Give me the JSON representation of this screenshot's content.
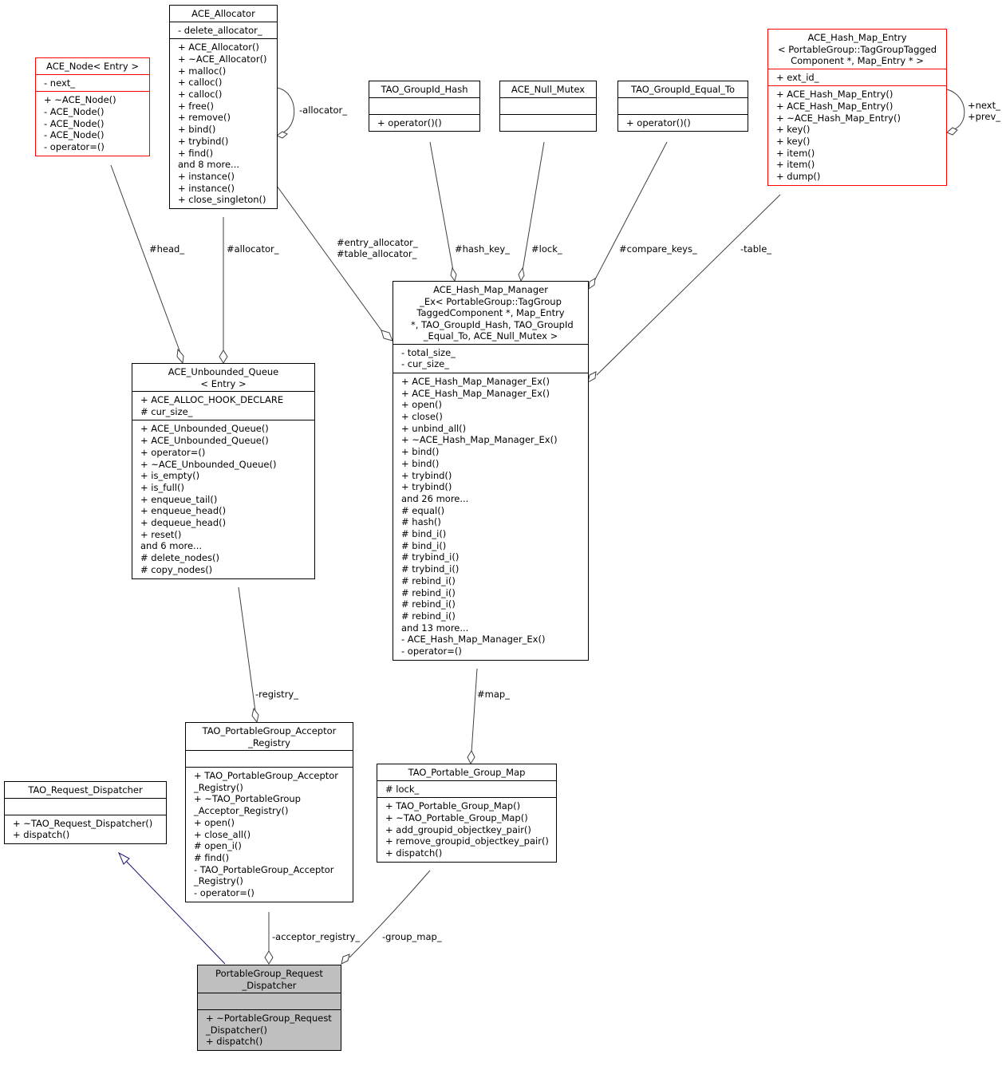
{
  "classes": {
    "ace_node": {
      "title": "ACE_Node< Entry >",
      "attributes": [
        "- next_"
      ],
      "operations": [
        "+ ~ACE_Node()",
        "- ACE_Node()",
        "- ACE_Node()",
        "- ACE_Node()",
        "- operator=()"
      ]
    },
    "ace_allocator": {
      "title": "ACE_Allocator",
      "attributes": [
        "- delete_allocator_"
      ],
      "operations": [
        "+ ACE_Allocator()",
        "+ ~ACE_Allocator()",
        "+ malloc()",
        "+ calloc()",
        "+ calloc()",
        "+ free()",
        "+ remove()",
        "+ bind()",
        "+ trybind()",
        "+ find()",
        "and 8 more...",
        "+ instance()",
        "+ instance()",
        "+ close_singleton()"
      ]
    },
    "tao_groupid_hash": {
      "title": "TAO_GroupId_Hash",
      "attributes": [],
      "operations": [
        "+ operator()()"
      ]
    },
    "ace_null_mutex": {
      "title": "ACE_Null_Mutex",
      "attributes": [],
      "operations": []
    },
    "tao_groupid_equal_to": {
      "title": "TAO_GroupId_Equal_To",
      "attributes": [],
      "operations": [
        "+ operator()()"
      ]
    },
    "ace_hash_map_entry": {
      "title": "ACE_Hash_Map_Entry\n< PortableGroup::TagGroupTagged\nComponent *, Map_Entry * >",
      "attributes": [
        "+ ext_id_"
      ],
      "operations": [
        "+ ACE_Hash_Map_Entry()",
        "+ ACE_Hash_Map_Entry()",
        "+ ~ACE_Hash_Map_Entry()",
        "+ key()",
        "+ key()",
        "+ item()",
        "+ item()",
        "+ dump()"
      ]
    },
    "ace_hash_map_manager_ex": {
      "title": "ACE_Hash_Map_Manager\n_Ex< PortableGroup::TagGroup\nTaggedComponent *, Map_Entry\n *, TAO_GroupId_Hash, TAO_GroupId\n_Equal_To, ACE_Null_Mutex >",
      "attributes": [
        "- total_size_",
        "- cur_size_"
      ],
      "operations": [
        "+ ACE_Hash_Map_Manager_Ex()",
        "+ ACE_Hash_Map_Manager_Ex()",
        "+ open()",
        "+ close()",
        "+ unbind_all()",
        "+ ~ACE_Hash_Map_Manager_Ex()",
        "+ bind()",
        "+ bind()",
        "+ trybind()",
        "+ trybind()",
        "and 26 more...",
        "# equal()",
        "# hash()",
        "# bind_i()",
        "# bind_i()",
        "# trybind_i()",
        "# trybind_i()",
        "# rebind_i()",
        "# rebind_i()",
        "# rebind_i()",
        "# rebind_i()",
        "and 13 more...",
        "- ACE_Hash_Map_Manager_Ex()",
        "- operator=()"
      ]
    },
    "ace_unbounded_queue": {
      "title": "ACE_Unbounded_Queue\n< Entry >",
      "attributes": [
        "+ ACE_ALLOC_HOOK_DECLARE",
        "# cur_size_"
      ],
      "operations": [
        "+ ACE_Unbounded_Queue()",
        "+ ACE_Unbounded_Queue()",
        "+ operator=()",
        "+ ~ACE_Unbounded_Queue()",
        "+ is_empty()",
        "+ is_full()",
        "+ enqueue_tail()",
        "+ enqueue_head()",
        "+ dequeue_head()",
        "+ reset()",
        "and 6 more...",
        "# delete_nodes()",
        "# copy_nodes()"
      ]
    },
    "tao_portablegroup_acceptor_registry": {
      "title": "TAO_PortableGroup_Acceptor\n_Registry",
      "attributes": [],
      "operations": [
        "+ TAO_PortableGroup_Acceptor\n_Registry()",
        "+ ~TAO_PortableGroup\n_Acceptor_Registry()",
        "+ open()",
        "+ close_all()",
        "# open_i()",
        "# find()",
        "- TAO_PortableGroup_Acceptor\n_Registry()",
        "- operator=()"
      ]
    },
    "tao_portable_group_map": {
      "title": "TAO_Portable_Group_Map",
      "attributes": [
        "# lock_"
      ],
      "operations": [
        "+ TAO_Portable_Group_Map()",
        "+ ~TAO_Portable_Group_Map()",
        "+ add_groupid_objectkey_pair()",
        "+ remove_groupid_objectkey_pair()",
        "+ dispatch()"
      ]
    },
    "tao_request_dispatcher": {
      "title": "TAO_Request_Dispatcher",
      "attributes": [],
      "operations": [
        "+ ~TAO_Request_Dispatcher()",
        "+ dispatch()"
      ]
    },
    "portablegroup_request_dispatcher": {
      "title": "PortableGroup_Request\n_Dispatcher",
      "attributes": [],
      "operations": [
        "+ ~PortableGroup_Request\n_Dispatcher()",
        "+ dispatch()"
      ]
    }
  },
  "edge_labels": {
    "allocator_self": "-allocator_",
    "next_prev": "+next_\n+prev_",
    "head": "#head_",
    "allocator": "#allocator_",
    "entry_table_allocator": "#entry_allocator_\n#table_allocator_",
    "hash_key": "#hash_key_",
    "lock": "#lock_",
    "compare_keys": "#compare_keys_",
    "table": "-table_",
    "registry": "-registry_",
    "map": "#map_",
    "acceptor_registry": "-acceptor_registry_",
    "group_map": "-group_map_"
  },
  "colors": {
    "border": "#000000",
    "incomplete_border": "#ff0000",
    "focus_fill": "#bfbfbf",
    "inheritance_edge": "#191970",
    "association_edge": "#404040"
  }
}
